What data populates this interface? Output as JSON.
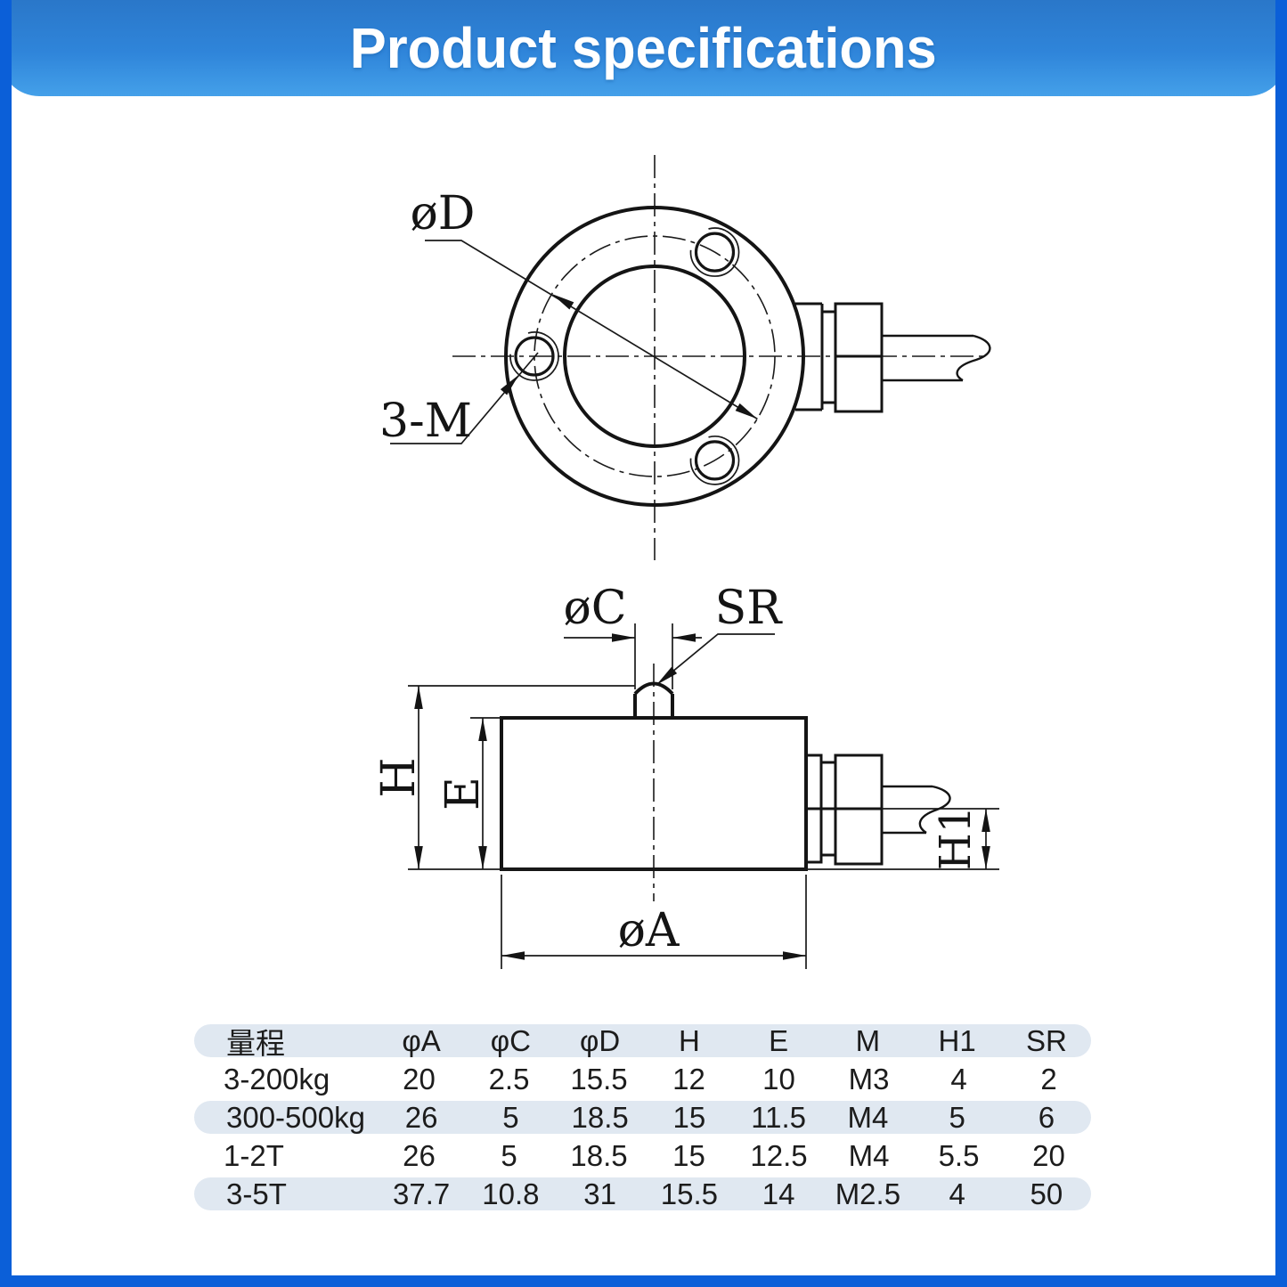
{
  "header": {
    "title": "Product specifications"
  },
  "drawing": {
    "top_view": {
      "labels": {
        "bolt_circle_diameter": "øD",
        "mounting_holes": "3-M"
      }
    },
    "side_view": {
      "labels": {
        "button_diameter": "øC",
        "sphere_radius": "SR",
        "total_height": "H",
        "body_height": "E",
        "cable_height": "H1",
        "body_diameter": "øA"
      }
    }
  },
  "table": {
    "columns": [
      "量程",
      "φA",
      "φC",
      "φD",
      "H",
      "E",
      "M",
      "H1",
      "SR"
    ],
    "rows": [
      [
        "3-200kg",
        "20",
        "2.5",
        "15.5",
        "12",
        "10",
        "M3",
        "4",
        "2"
      ],
      [
        "300-500kg",
        "26",
        "5",
        "18.5",
        "15",
        "11.5",
        "M4",
        "5",
        "6"
      ],
      [
        "1-2T",
        "26",
        "5",
        "18.5",
        "15",
        "12.5",
        "M4",
        "5.5",
        "20"
      ],
      [
        "3-5T",
        "37.7",
        "10.8",
        "31",
        "15.5",
        "14",
        "M2.5",
        "4",
        "50"
      ]
    ]
  },
  "colors": {
    "frame_blue": "#0b5fd8",
    "banner_top": "#2a77c9",
    "banner_bottom": "#44a0e9",
    "table_band": "#e0e8f1",
    "line_color": "#141414"
  }
}
